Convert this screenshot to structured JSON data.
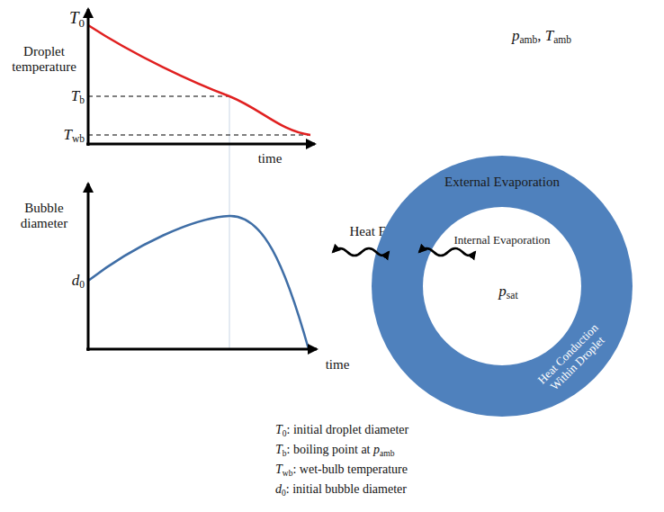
{
  "diagram": {
    "nodes": [
      {
        "text": [
          "External Evaporation",
          "Heat Conduction Within Droplet"
        ]
      },
      {
        "text": [
          "Internal Evaporation",
          "psat"
        ],
        "in": 0
      }
    ],
    "labels": [
      "T0",
      "Droplet temperature",
      "Tb",
      "Twb",
      "time",
      "Bubble diameter",
      "d0",
      "time",
      "pamb, Tamb",
      "Heat Flow",
      "T0: initial droplet diameter",
      "Tb: boiling point at pamb",
      "Twb: wet-bulb temperature",
      "d0: initial bubble diameter"
    ]
  }
}
